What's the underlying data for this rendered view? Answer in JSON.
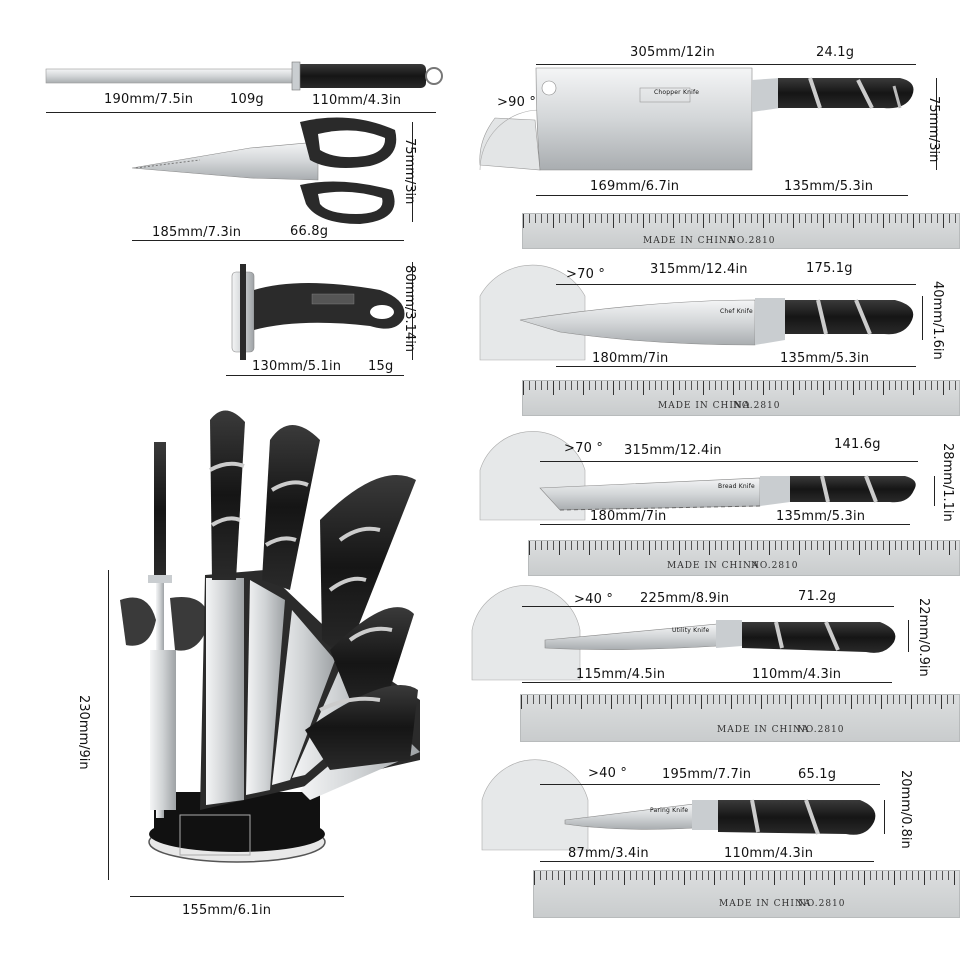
{
  "sharpener": {
    "blade_length": "190mm/7.5in",
    "weight": "109g",
    "handle_length": "110mm/4.3in"
  },
  "scissors": {
    "height": "75mm/3in",
    "length": "185mm/7.3in",
    "weight": "66.8g"
  },
  "peeler": {
    "height": "80mm/3.14in",
    "length": "130mm/5.1in",
    "weight": "15g"
  },
  "stand": {
    "height": "230mm/9in",
    "width": "155mm/6.1in"
  },
  "knives": [
    {
      "name": "cleaver",
      "angle": ">90 °",
      "total": "305mm/12in",
      "weight": "24.1g",
      "blade": "169mm/6.7in",
      "handle": "135mm/5.3in",
      "height": "75mm/3in",
      "label": "Chopper Knife"
    },
    {
      "name": "chef",
      "angle": ">70 °",
      "total": "315mm/12.4in",
      "weight": "175.1g",
      "blade": "180mm/7in",
      "handle": "135mm/5.3in",
      "height": "40mm/1.6in",
      "label": "Chef Knife"
    },
    {
      "name": "bread",
      "angle": ">70 °",
      "total": "315mm/12.4in",
      "weight": "141.6g",
      "blade": "180mm/7in",
      "handle": "135mm/5.3in",
      "height": "28mm/1.1in",
      "label": "Bread Knife"
    },
    {
      "name": "utility",
      "angle": ">40 °",
      "total": "225mm/8.9in",
      "weight": "71.2g",
      "blade": "115mm/4.5in",
      "handle": "110mm/4.3in",
      "height": "22mm/0.9in",
      "label": "Utility Knife"
    },
    {
      "name": "paring",
      "angle": ">40 °",
      "total": "195mm/7.7in",
      "weight": "65.1g",
      "blade": "87mm/3.4in",
      "handle": "110mm/4.3in",
      "height": "20mm/0.8in",
      "label": "Paring Knife"
    }
  ],
  "ruler_text": "MADE IN CHINA",
  "ruler_code": "NO.2810",
  "colors": {
    "handle": "#1c1c1c",
    "steel": "#c9cdd0",
    "ruler": "#d3d6d7",
    "line": "#222222"
  }
}
